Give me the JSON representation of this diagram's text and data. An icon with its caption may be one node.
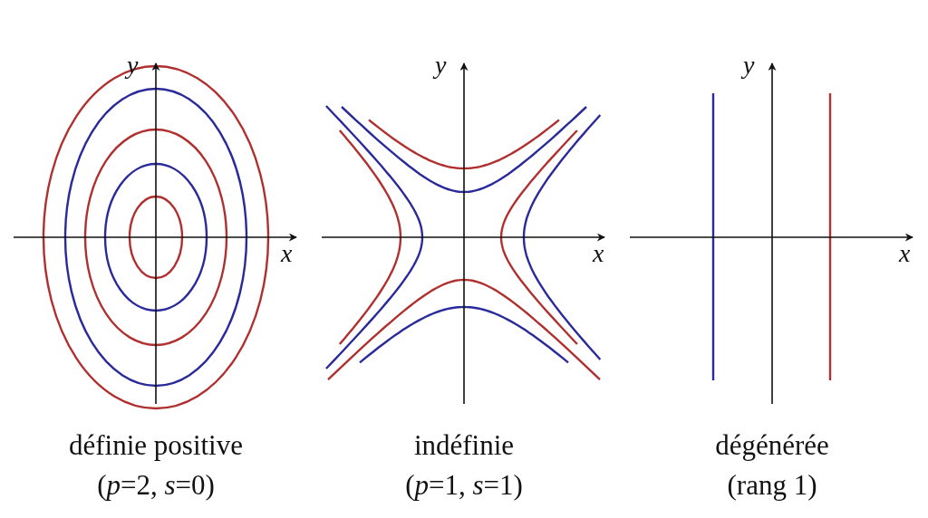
{
  "diagram": {
    "labels": [
      "y",
      "y",
      "y",
      "x",
      "x",
      "x",
      "définie positive",
      "indéfinie",
      "dégénérée",
      "(*p*=2, *s*=0)",
      "(*p*=1, *s*=1)",
      "(rang 1)"
    ]
  }
}
